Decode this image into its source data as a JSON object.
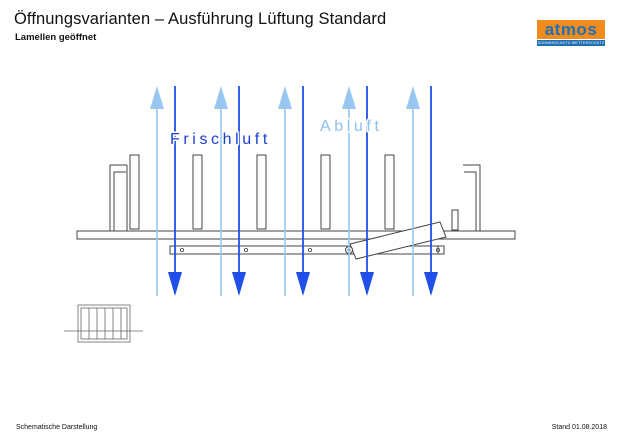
{
  "header": {
    "title": "Öffnungsvarianten – Ausführung Lüftung Standard",
    "subtitle": "Lamellen geöffnet"
  },
  "logo": {
    "word": "atmos",
    "tagline": "SONNENSCHUTZ·WETTERSCHUTZ"
  },
  "diagram": {
    "label_fresh_air": "Frischluft",
    "label_exhaust_air": "Abluft",
    "colors": {
      "fresh_air": "#1f4fe8",
      "exhaust_air": "#99c7f2",
      "structure": "#444444"
    }
  },
  "footer": {
    "left": "Schematische Darstellung",
    "right": "Stand 01.08.2018"
  }
}
